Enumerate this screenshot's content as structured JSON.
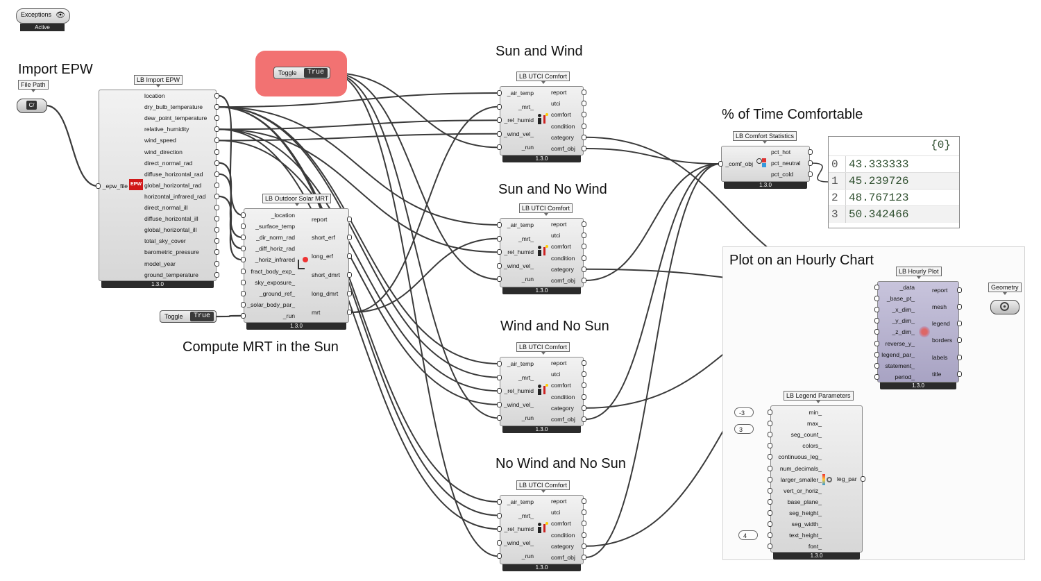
{
  "exceptions_widget": {
    "title": "Exceptions",
    "status": "Active"
  },
  "headings": {
    "import_epw": "Import EPW",
    "sun_and_wind": "Sun and Wind",
    "pct_time_comfortable": "% of Time Comfortable",
    "sun_and_no_wind": "Sun and No Wind",
    "plot_hourly_chart": "Plot on an Hourly Chart",
    "wind_and_no_sun": "Wind and No Sun",
    "compute_mrt": "Compute MRT in the Sun",
    "no_wind_and_no_sun": "No Wind and No Sun"
  },
  "file_path": {
    "tag": "File Path",
    "icon": "file-path-icon"
  },
  "toggles": {
    "top": {
      "name": "Toggle",
      "value": "True"
    },
    "mrt": {
      "name": "Toggle",
      "value": "True"
    }
  },
  "import_epw": {
    "tag": "LB Import EPW",
    "inputs": [
      "_epw_file"
    ],
    "outputs": [
      "location",
      "dry_bulb_temperature",
      "dew_point_temperature",
      "relative_humidity",
      "wind_speed",
      "wind_direction",
      "direct_normal_rad",
      "diffuse_horizontal_rad",
      "global_horizontal_rad",
      "horizontal_infrared_rad",
      "direct_normal_ill",
      "diffuse_horizontal_ill",
      "global_horizontal_ill",
      "total_sky_cover",
      "barometric_pressure",
      "model_year",
      "ground_temperature"
    ],
    "version": "1.3.0"
  },
  "solar_mrt": {
    "tag": "LB Outdoor Solar MRT",
    "inputs": [
      "_location",
      "_surface_temp",
      "_dir_norm_rad",
      "_diff_horiz_rad",
      "_horiz_infrared",
      "fract_body_exp_",
      "sky_exposure_",
      "_ground_ref_",
      "_solar_body_par_",
      "_run"
    ],
    "outputs": [
      "report",
      "short_erf",
      "long_erf",
      "short_dmrt",
      "long_dmrt",
      "mrt"
    ],
    "version": "1.3.0"
  },
  "utci": {
    "tag": "LB UTCI Comfort",
    "inputs": [
      "_air_temp",
      "_mrt_",
      "_rel_humid",
      "_wind_vel_",
      "_run"
    ],
    "outputs": [
      "report",
      "utci",
      "comfort",
      "condition",
      "category",
      "comf_obj"
    ],
    "version": "1.3.0"
  },
  "comfort_stats": {
    "tag": "LB Comfort Statistics",
    "inputs": [
      "_comf_obj"
    ],
    "outputs": [
      "pct_hot",
      "pct_neutral",
      "pct_cold"
    ],
    "version": "1.3.0"
  },
  "panel": {
    "header": "{0}",
    "rows": [
      {
        "index": "0",
        "value": "43.333333"
      },
      {
        "index": "1",
        "value": "45.239726"
      },
      {
        "index": "2",
        "value": "48.767123"
      },
      {
        "index": "3",
        "value": "50.342466"
      }
    ]
  },
  "hourly_plot": {
    "tag": "LB Hourly Plot",
    "inputs": [
      "_data",
      "_base_pt_",
      "_x_dim_",
      "_y_dim_",
      "_z_dim_",
      "reverse_y_",
      "legend_par_",
      "statement_",
      "period_"
    ],
    "outputs": [
      "report",
      "mesh",
      "legend",
      "borders",
      "labels",
      "title"
    ],
    "version": "1.3.0"
  },
  "geometry": {
    "tag": "Geometry"
  },
  "legend_params": {
    "tag": "LB Legend Parameters",
    "inputs": [
      "min_",
      "max_",
      "seg_count_",
      "colors_",
      "continuous_leg_",
      "num_decimals_",
      "larger_smaller_",
      "vert_or_horiz_",
      "base_plane_",
      "seg_height_",
      "seg_width_",
      "text_height_",
      "font_"
    ],
    "outputs": [
      "leg_par"
    ],
    "version": "1.3.0"
  },
  "number_inputs": {
    "min": "-3",
    "max": "3",
    "text_height": "4"
  }
}
